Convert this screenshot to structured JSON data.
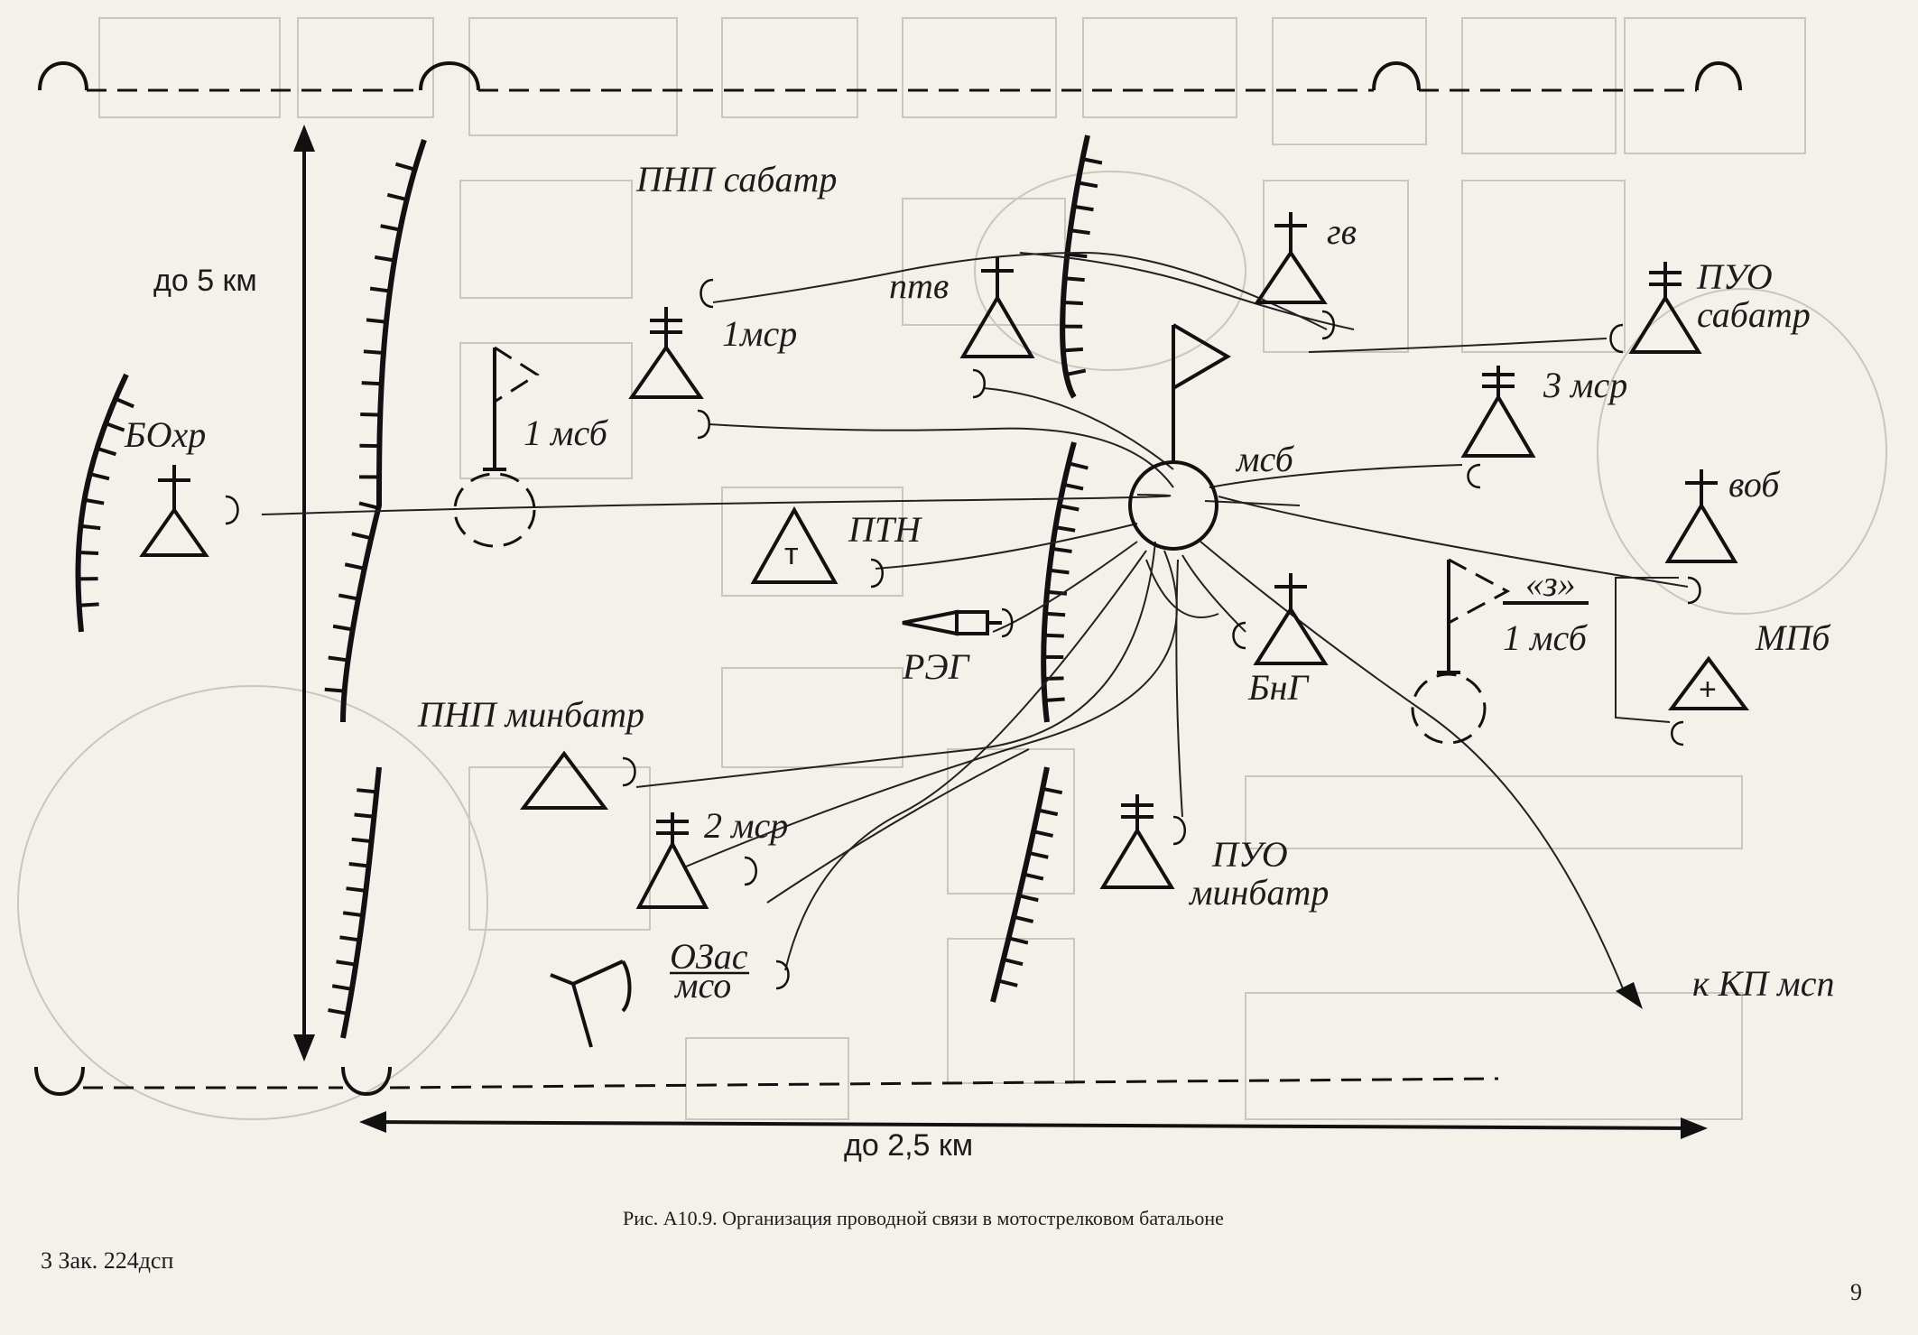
{
  "labels": {
    "pnp_sabatr": "ПНП сабатр",
    "gv": "гв",
    "puo_sabatr_1": "ПУО",
    "puo_sabatr_2": "сабатр",
    "ptv": "птв",
    "msr1": "1мср",
    "msr3": "3 мср",
    "msb1_top": "1 мсб",
    "boxr": "БОхр",
    "msb": "мсб",
    "vob": "воб",
    "ptn": "ПТН",
    "ptn_mark": "т",
    "z": "«з»",
    "msb1_right": "1 мсб",
    "mpb": "МПб",
    "mpb_mark": "+",
    "reg": "РЭГ",
    "bng": "БнГ",
    "pnp_minbatr": "ПНП минбатр",
    "msr2": "2 мср",
    "puo_minbatr_1": "ПУО",
    "puo_minbatr_2": "минбатр",
    "ozas": "ОЗас",
    "mso": "мсо",
    "kp_msp": "к КП мсп"
  },
  "distances": {
    "vertical": "до 5 км",
    "horizontal": "до 2,5 км"
  },
  "caption": "Рис. А10.9.  Организация проводной связи в  мотострелковом батальоне",
  "footer": {
    "left": "3  Зак. 224дсп",
    "page": "9"
  }
}
